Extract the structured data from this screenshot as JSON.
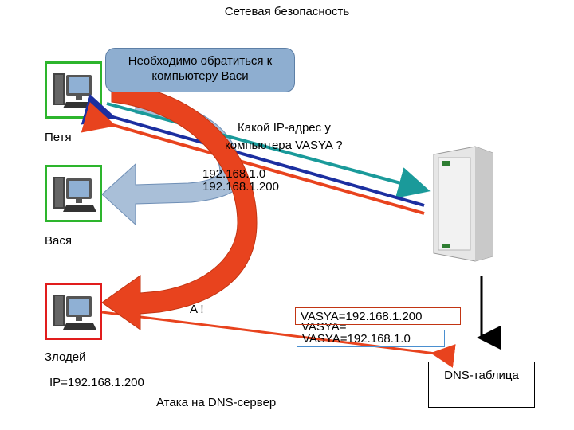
{
  "title": "Сетевая безопасность",
  "callout": {
    "line1": "Необходимо обратиться к",
    "line2": "компьютеру Васи"
  },
  "question": {
    "line1": "Какой IP-адрес у",
    "line2": "компьютера VASYA ?"
  },
  "reply_true": "192.168.1.200",
  "reply_fake": {
    "line1": "192.168.1.0",
    "line2": "192.168.1.200"
  },
  "fake_reply_fragment": "A !",
  "labels": {
    "petya": "Петя",
    "vasya": "Вася",
    "villain": "Злодей",
    "villain_ip": "IP=192.168.1.200",
    "dns_table": "DNS-таблица",
    "attack": "Атака на DNS-сервер"
  },
  "dns_entries": {
    "entry_true": "VASYA=192.168.1.200",
    "entry_mid": "VASYA=",
    "entry_fake": "VASYA=192.168.1.0"
  },
  "colors": {
    "petya_border": "#2db52d",
    "vasya_border": "#2db52d",
    "villain_border": "#e11d1d",
    "teal_arrow": "#1a9a9a",
    "navy_arrow": "#1c2fa0",
    "red_arrow": "#e8431e",
    "big_blue_arrow": "#a9bfd8",
    "big_red_arrow": "#e8431e"
  },
  "icons": {
    "computer": "desktop-computer-icon",
    "server": "server-tower-icon"
  }
}
